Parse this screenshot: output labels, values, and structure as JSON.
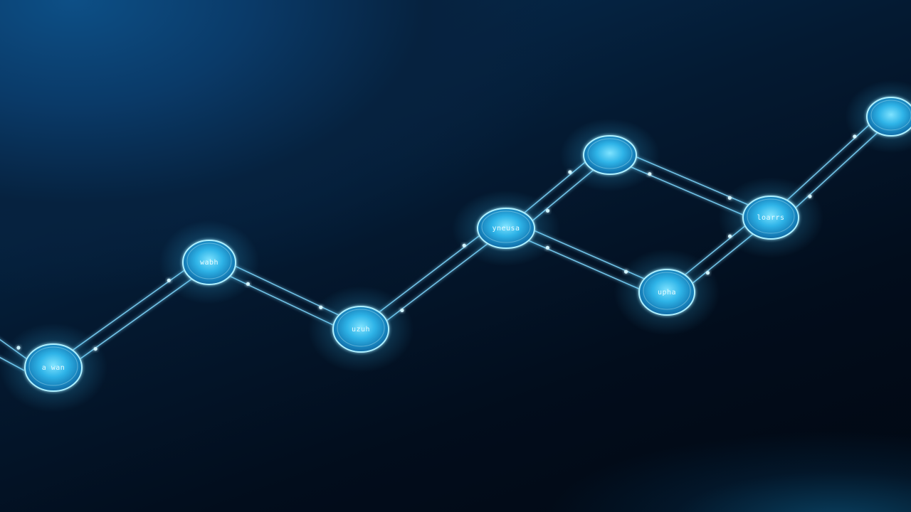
{
  "colors": {
    "background_top": "#0b4a80",
    "background_bottom": "#010812",
    "node_fill": "#2fb4e8",
    "node_glow": "#39c6ff",
    "connector": "#7fd8ff"
  },
  "nodes": [
    {
      "id": "n1",
      "text": "a wan"
    },
    {
      "id": "n2",
      "text": "wabh"
    },
    {
      "id": "n3",
      "text": "uzuh"
    },
    {
      "id": "n4",
      "text": "yneusa"
    },
    {
      "id": "n5",
      "text": ""
    },
    {
      "id": "n6",
      "text": "upha"
    },
    {
      "id": "n7",
      "text": "loarrs"
    },
    {
      "id": "n8",
      "text": ""
    }
  ],
  "edges": [
    {
      "from": "n1",
      "to": "n2"
    },
    {
      "from": "n2",
      "to": "n3"
    },
    {
      "from": "n3",
      "to": "n4"
    },
    {
      "from": "n4",
      "to": "n5"
    },
    {
      "from": "n4",
      "to": "n6"
    },
    {
      "from": "n5",
      "to": "n7"
    },
    {
      "from": "n6",
      "to": "n7"
    },
    {
      "from": "n7",
      "to": "n8"
    }
  ]
}
